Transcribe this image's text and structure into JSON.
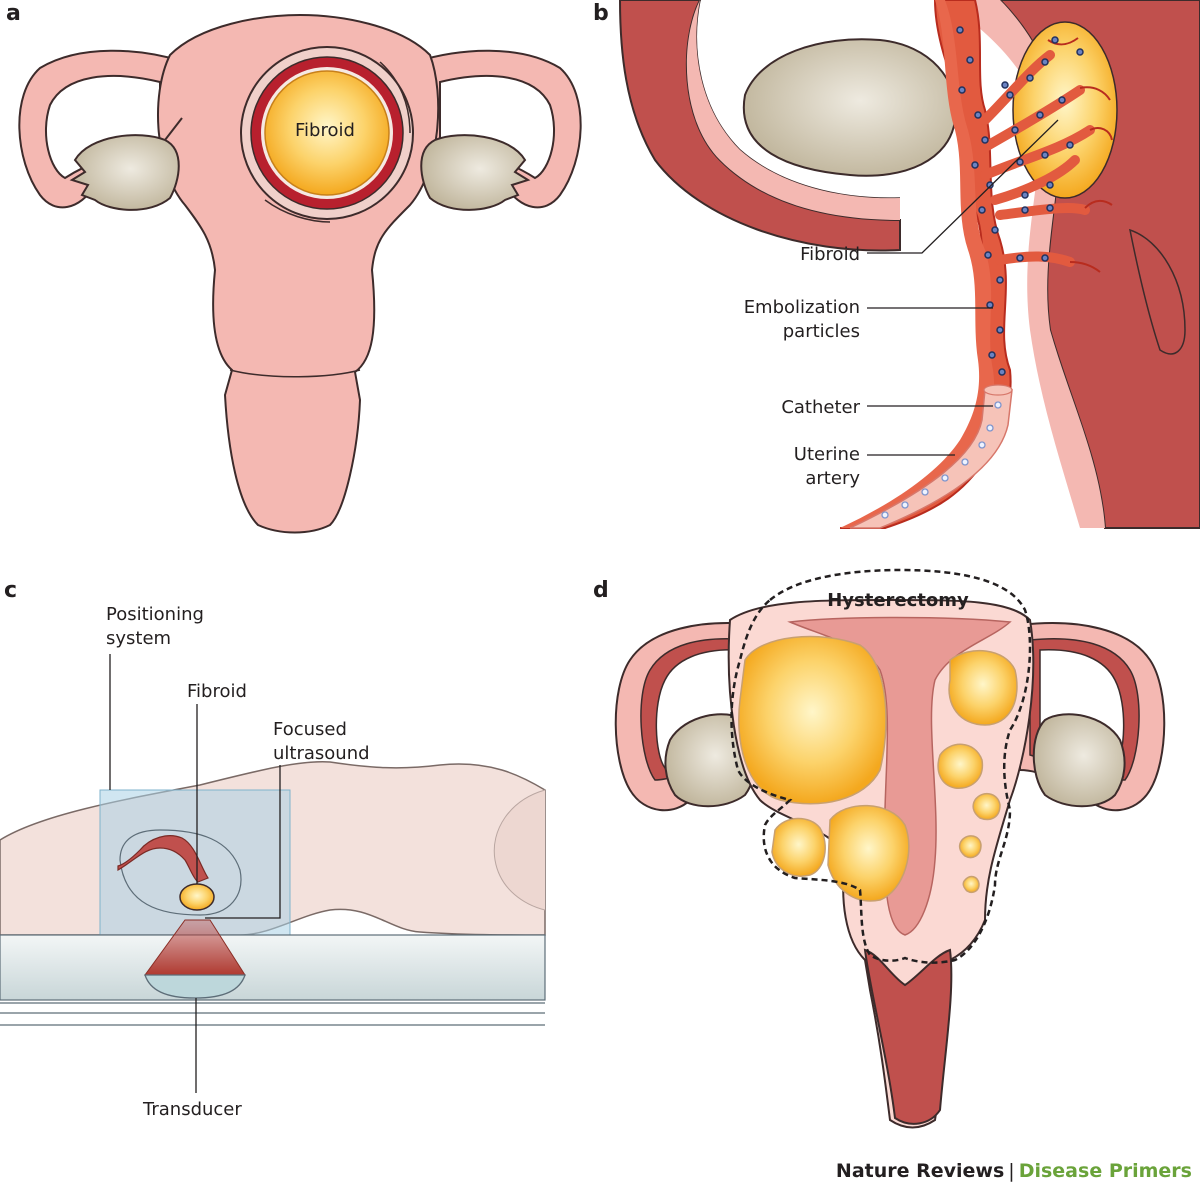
{
  "panels": {
    "a": {
      "letter": "a",
      "labels": {
        "fibroid": "Fibroid"
      }
    },
    "b": {
      "letter": "b",
      "labels": {
        "fibroid": "Fibroid",
        "embolization_1": "Embolization",
        "embolization_2": "particles",
        "catheter": "Catheter",
        "uterine_1": "Uterine",
        "uterine_2": "artery"
      }
    },
    "c": {
      "letter": "c",
      "labels": {
        "positioning_1": "Positioning",
        "positioning_2": "system",
        "fibroid": "Fibroid",
        "focused_1": "Focused",
        "focused_2": "ultrasound",
        "transducer": "Transducer"
      }
    },
    "d": {
      "letter": "d",
      "labels": {
        "hysterectomy": "Hysterectomy"
      }
    }
  },
  "footer": {
    "brand": "Nature Reviews",
    "separator": "|",
    "series": "Disease Primers"
  },
  "colors": {
    "uterus_pink": "#f4b8b2",
    "tissue_light": "#fbd9d3",
    "muscle_red": "#c0504d",
    "fibroid_yellow": "#fbc94a",
    "fibroid_light": "#fde9a9",
    "ovary": "#c9bfa6",
    "artery": "#e25a3f",
    "particle": "#3b5aa8",
    "brand_green": "#6aa33a"
  }
}
